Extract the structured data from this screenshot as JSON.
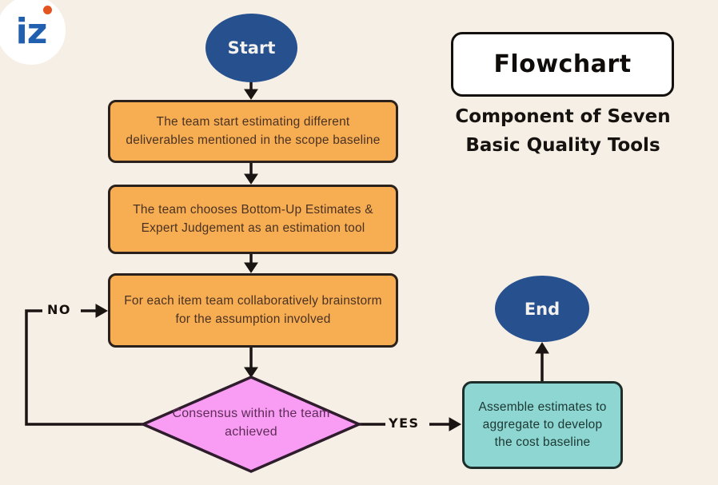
{
  "page": {
    "background": "#f6efe6"
  },
  "logo": {
    "text": "iz"
  },
  "title_panel": {
    "title": "Flowchart",
    "subtitle_line1": "Component of Seven",
    "subtitle_line2": "Basic Quality Tools"
  },
  "flowchart": {
    "start_label": "Start",
    "end_label": "End",
    "steps": [
      {
        "text": "The team start estimating different deliverables mentioned in the scope baseline"
      },
      {
        "text": "The team chooses Bottom-Up Estimates & Expert Judgement as an estimation tool"
      },
      {
        "text": "For each item team collaboratively brainstorm for the assumption involved"
      }
    ],
    "decision": {
      "text": "Consensus within the team achieved",
      "no_label": "NO",
      "yes_label": "YES"
    },
    "output_step": {
      "text": "Assemble estimates to aggregate to develop the cost baseline"
    }
  },
  "colors": {
    "background": "#f6efe6",
    "terminal_blue": "#27508e",
    "process_orange": "#f7ad52",
    "decision_pink": "#f99cf3",
    "output_teal": "#8ed6d1",
    "stroke_dark": "#1a1413",
    "logo_blue": "#2160ae",
    "logo_dot_orange": "#e3541f"
  }
}
